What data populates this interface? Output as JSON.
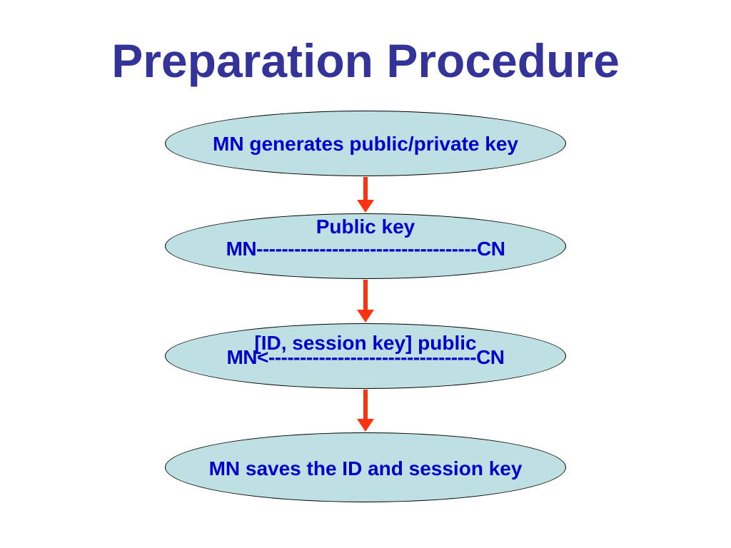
{
  "title": "Preparation Procedure",
  "steps": [
    {
      "text": "MN generates public/private key"
    },
    {
      "label": "Public key",
      "line": "MN-----------------------------------CN"
    },
    {
      "label": "[ID, session key] public",
      "line": "MN<---------------------------------CN"
    },
    {
      "text": "MN saves the ID and session key"
    }
  ],
  "colors": {
    "title": "#333399",
    "node_fill": "#bfe0e2",
    "node_text": "#0000cc",
    "arrow": "#ff3311"
  }
}
